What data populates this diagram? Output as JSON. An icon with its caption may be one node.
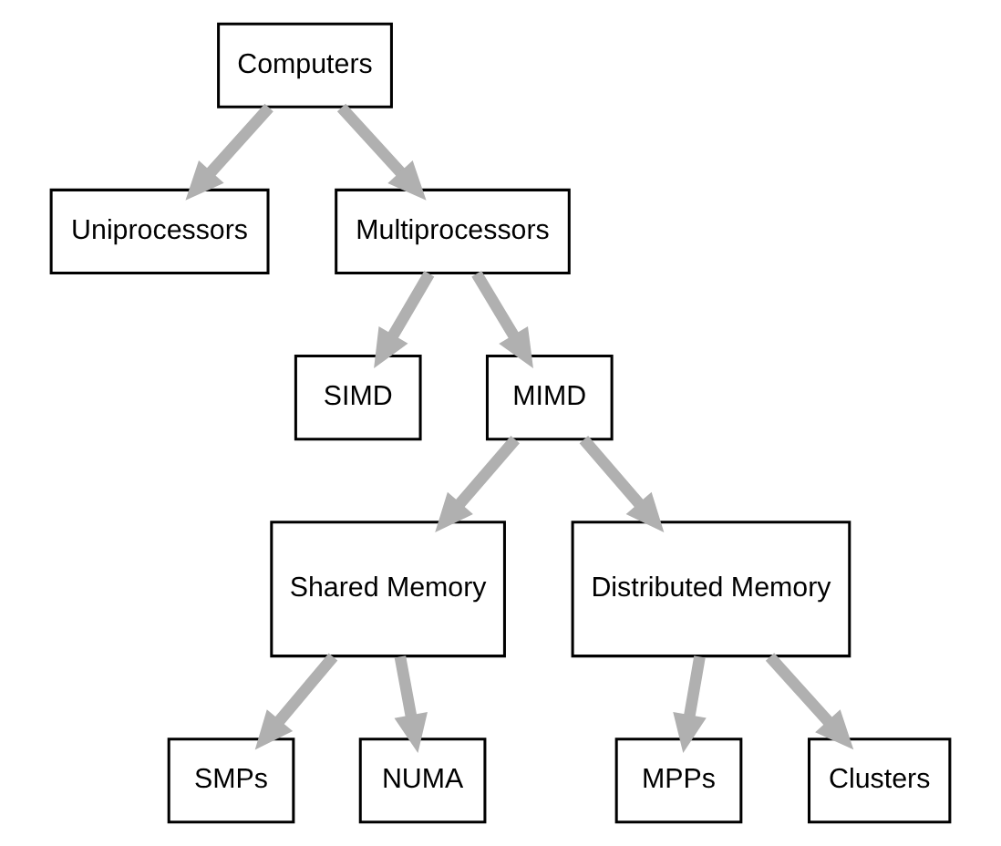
{
  "diagram": {
    "nodes": [
      {
        "text": [
          "Computers"
        ]
      },
      {
        "text": [
          "Uniprocessors"
        ]
      },
      {
        "text": [
          "Multiprocessors"
        ]
      },
      {
        "text": [
          "SIMD"
        ]
      },
      {
        "text": [
          "MIMD"
        ]
      },
      {
        "text": [
          "Shared Memory"
        ]
      },
      {
        "text": [
          "Distributed Memory"
        ]
      },
      {
        "text": [
          "SMPs"
        ]
      },
      {
        "text": [
          "NUMA"
        ]
      },
      {
        "text": [
          "MPPs"
        ]
      },
      {
        "text": [
          "Clusters"
        ]
      }
    ],
    "edges": [
      {
        "from": 0,
        "to": 1,
        "arrow": "to"
      },
      {
        "from": 0,
        "to": 2,
        "arrow": "to"
      },
      {
        "from": 2,
        "to": 3,
        "arrow": "to"
      },
      {
        "from": 2,
        "to": 4,
        "arrow": "to"
      },
      {
        "from": 4,
        "to": 5,
        "arrow": "to"
      },
      {
        "from": 4,
        "to": 6,
        "arrow": "to"
      },
      {
        "from": 5,
        "to": 7,
        "arrow": "to"
      },
      {
        "from": 5,
        "to": 8,
        "arrow": "to"
      },
      {
        "from": 6,
        "to": 9,
        "arrow": "to"
      },
      {
        "from": 6,
        "to": 10,
        "arrow": "to"
      }
    ]
  }
}
